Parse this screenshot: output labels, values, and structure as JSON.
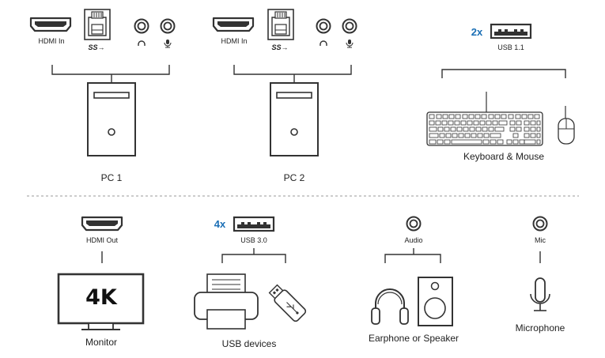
{
  "pc1": {
    "hdmi_label": "HDMI In",
    "usb_logo_label": "SS",
    "name": "PC 1"
  },
  "pc2": {
    "hdmi_label": "HDMI In",
    "usb_logo_label": "SS",
    "name": "PC 2"
  },
  "keyboard_mouse": {
    "count": "2x",
    "port_label": "USB 1.1",
    "name": "Keyboard & Mouse"
  },
  "monitor": {
    "port_label": "HDMI Out",
    "screen_text": "4K",
    "name": "Monitor"
  },
  "usb_devices": {
    "count": "4x",
    "port_label": "USB 3.0",
    "name": "USB devices"
  },
  "audio": {
    "port_label": "Audio",
    "name": "Earphone or Speaker"
  },
  "mic": {
    "port_label": "Mic",
    "name": "Microphone"
  },
  "colors": {
    "line": "#333333",
    "accent": "#1b6fb5",
    "divider": "#9a9a9a"
  },
  "icons": [
    "hdmi-port-icon",
    "usb-b-port-icon",
    "headphone-jack-icon",
    "mic-jack-icon",
    "usb-a-port-icon",
    "pc-tower-icon",
    "keyboard-icon",
    "mouse-icon",
    "monitor-icon",
    "printer-icon",
    "usb-stick-icon",
    "headphones-icon",
    "speaker-icon",
    "microphone-icon"
  ]
}
